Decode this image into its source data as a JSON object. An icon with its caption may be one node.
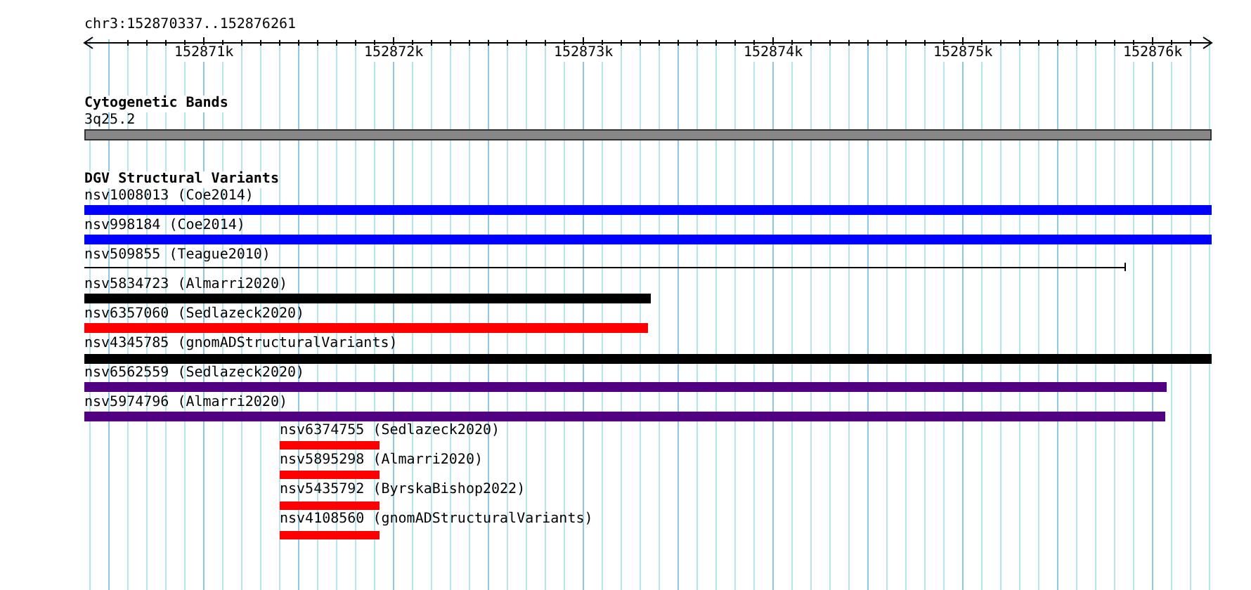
{
  "diagram": {
    "title": "chr3:152870337..152876261",
    "nodes": [
      {
        "text": [
          "3q25.2"
        ]
      },
      {
        "text": [
          "nsv1008013 (Coe2014)"
        ]
      },
      {
        "text": [
          "nsv998184 (Coe2014)"
        ]
      },
      {
        "text": [
          "nsv509855 (Teague2010)"
        ]
      },
      {
        "text": [
          "nsv5834723 (Almarri2020)"
        ]
      },
      {
        "text": [
          "nsv6357060 (Sedlazeck2020)"
        ]
      },
      {
        "text": [
          "nsv4345785 (gnomADStructuralVariants)"
        ]
      },
      {
        "text": [
          "nsv6562559 (Sedlazeck2020)"
        ]
      },
      {
        "text": [
          "nsv5974796 (Almarri2020)"
        ]
      },
      {
        "text": [
          "nsv6374755 (Sedlazeck2020)"
        ]
      },
      {
        "text": [
          "nsv5895298 (Almarri2020)"
        ]
      },
      {
        "text": [
          "nsv5435792 (ByrskaBishop2022)"
        ]
      },
      {
        "text": [
          "nsv4108560 (gnomADStructuralVariants)"
        ]
      }
    ],
    "labels": [
      "152871k",
      "152872k",
      "152873k",
      "152874k",
      "152875k",
      "152876k",
      "Cytogenetic Bands",
      "DGV Structural Variants"
    ]
  }
}
